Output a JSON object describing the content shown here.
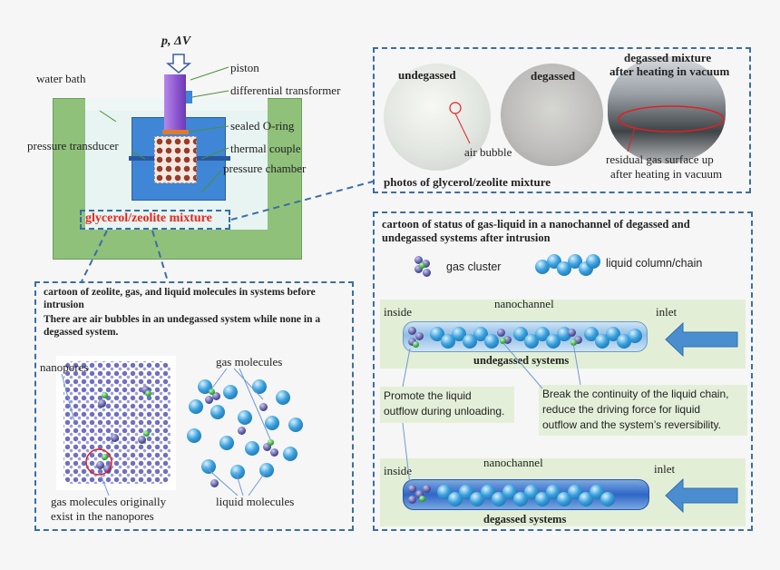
{
  "apparatus": {
    "input_label": "p, ΔV",
    "labels": {
      "water_bath": "water bath",
      "piston": "piston",
      "differential_transformer": "differential transformer",
      "sealed_o_ring": "sealed O-ring",
      "pressure_transducer": "pressure transducer",
      "thermal_couple": "thermal couple",
      "pressure_chamber": "pressure chamber",
      "mixture": "glycerol/zeolite mixture"
    }
  },
  "photos": {
    "undegassed": "undegassed",
    "degassed": "degassed",
    "heated_line1": "degassed mixture",
    "heated_line2": "after heating in vacuum",
    "air_bubble": "air bubble",
    "residual_line1": "residual gas surface up",
    "residual_line2": "after heating in vacuum",
    "caption": "photos of glycerol/zeolite mixture"
  },
  "molecules_panel": {
    "title_line1": "cartoon of zeolite, gas, and liquid molecules in systems before",
    "title_line2": "intrusion",
    "subtitle_line1": "There are air bubbles in an undegassed system while none in a",
    "subtitle_line2": "degassed system.",
    "nanopores": "nanopores",
    "gas_molecules": "gas molecules",
    "gas_original_line1": "gas molecules originally",
    "gas_original_line2": "exist in the nanopores",
    "liquid_molecules": "liquid molecules"
  },
  "channel_panel": {
    "title_line1": "cartoon of status of gas-liquid in a nanochannel of degassed and",
    "title_line2": "undegassed systems after intrusion",
    "legend_gas": "gas cluster",
    "legend_liquid": "liquid column/chain",
    "inside": "inside",
    "nanochannel": "nanochannel",
    "inlet": "inlet",
    "undegassed_systems": "undegassed systems",
    "degassed_systems": "degassed systems",
    "note_left_line1": "Promote the liquid",
    "note_left_line2": "outflow during unloading.",
    "note_right_line1": "Break the continuity of the liquid chain,",
    "note_right_line2": "reduce the driving force for liquid",
    "note_right_line3": "outflow and the system’s reversibility."
  },
  "colors": {
    "dash": "#3a6ea5",
    "water_bath": "#8fc17a",
    "chamber": "#3f86d6",
    "piston": "#9e6ad6",
    "mixture_label": "#e8261c",
    "arrow": "#4b8ed0"
  }
}
